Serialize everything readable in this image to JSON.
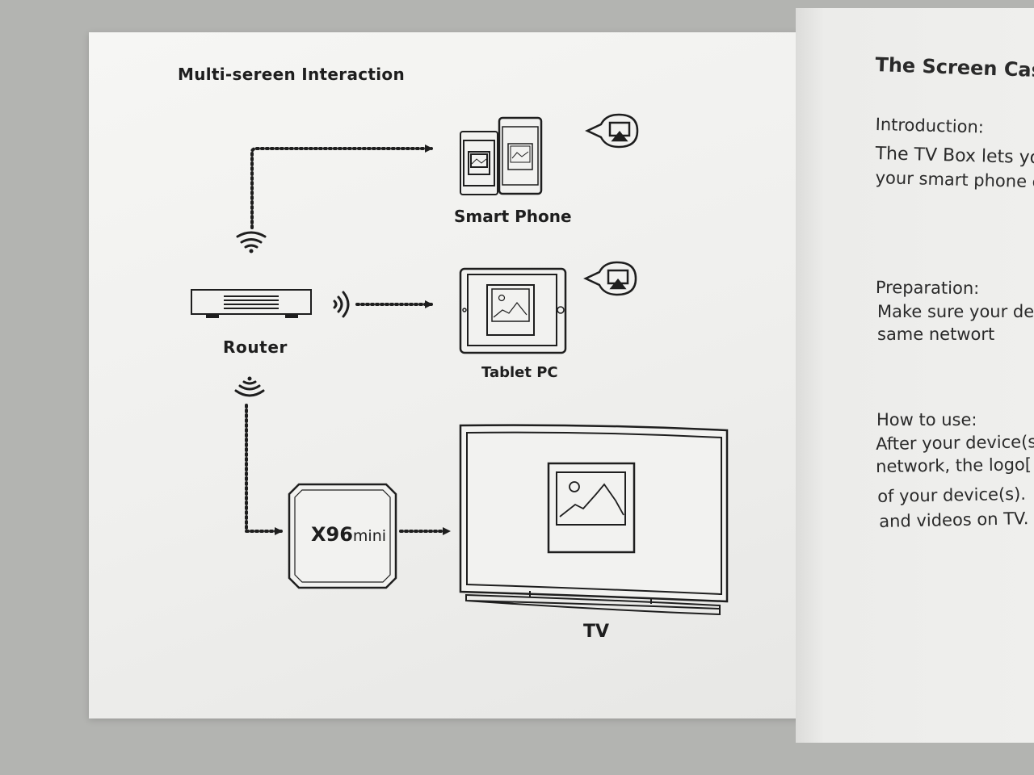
{
  "diagram": {
    "title": "Multi-sereen Interaction",
    "nodes": {
      "smart_phone": "Smart Phone",
      "tablet_pc": "Tablet PC",
      "router": "Router",
      "tv": "TV",
      "box_brand": "X96",
      "box_model": "mini"
    },
    "edges": [
      {
        "from": "router",
        "to": "smart_phone",
        "style": "dotted"
      },
      {
        "from": "router",
        "to": "tablet_pc",
        "style": "dotted"
      },
      {
        "from": "router",
        "to": "tv_box",
        "style": "dotted"
      },
      {
        "from": "tv_box",
        "to": "tv",
        "style": "dotted"
      }
    ],
    "icons": [
      "wifi-icon",
      "airplay-icon",
      "router-icon",
      "phone-icon",
      "tablet-icon",
      "tv-icon",
      "picture-icon"
    ]
  },
  "right_page": {
    "title": "The Screen Cast",
    "introduction_heading": "Introduction:",
    "introduction_lines": [
      "The TV Box lets yo",
      "your smart phone c"
    ],
    "preparation_heading": "Preparation:",
    "preparation_lines": [
      "Make sure your de",
      "same networt"
    ],
    "how_heading": "How  to  use:",
    "how_lines": [
      "After your device(s",
      "network, the logo[",
      "of your device(s).",
      "and videos on TV."
    ]
  },
  "colors": {
    "paper": "#f2f2f0",
    "ink": "#1e1e1e",
    "background": "#b3b4b1"
  }
}
